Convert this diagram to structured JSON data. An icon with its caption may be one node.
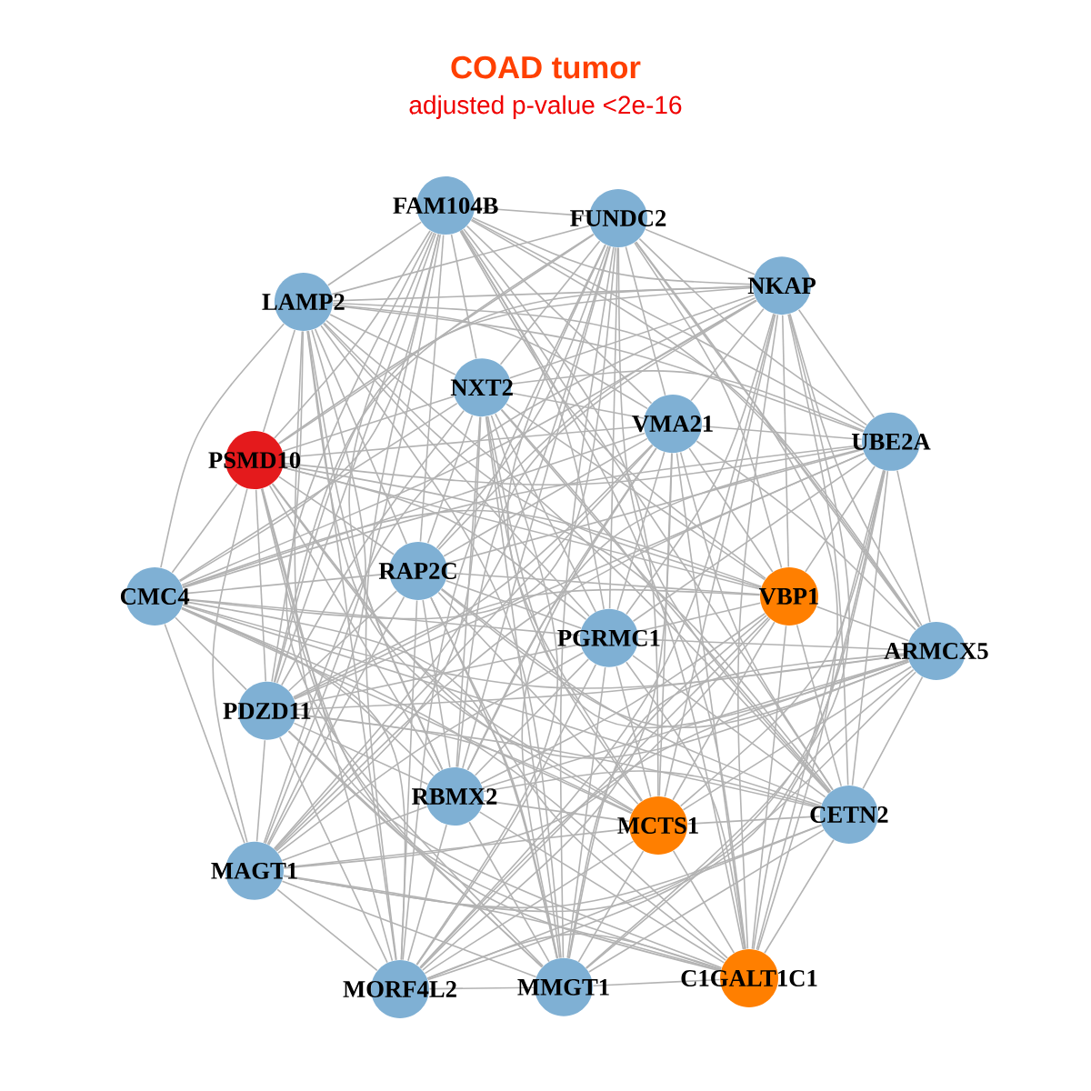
{
  "diagram": {
    "title": "COAD tumor",
    "nodes": [
      {
        "text": [
          "FAM104B"
        ]
      },
      {
        "text": [
          "FUNDC2"
        ]
      },
      {
        "text": [
          "LAMP2"
        ]
      },
      {
        "text": [
          "NKAP"
        ]
      },
      {
        "text": [
          "NXT2"
        ]
      },
      {
        "text": [
          "VMA21"
        ]
      },
      {
        "text": [
          "PSMD10"
        ]
      },
      {
        "text": [
          "UBE2A"
        ]
      },
      {
        "text": [
          "RAP2C"
        ]
      },
      {
        "text": [
          "CMC4"
        ]
      },
      {
        "text": [
          "VBP1"
        ]
      },
      {
        "text": [
          "PGRMC1"
        ]
      },
      {
        "text": [
          "ARMCX5"
        ]
      },
      {
        "text": [
          "PDZD11"
        ]
      },
      {
        "text": [
          "RBMX2"
        ]
      },
      {
        "text": [
          "MCTS1"
        ]
      },
      {
        "text": [
          "CETN2"
        ]
      },
      {
        "text": [
          "MAGT1"
        ]
      },
      {
        "text": [
          "MORF4L2"
        ]
      },
      {
        "text": [
          "MMGT1"
        ]
      },
      {
        "text": [
          "C1GALT1C1"
        ]
      }
    ],
    "edges": [
      {
        "from": 0,
        "to": 1,
        "arrow": "none"
      },
      {
        "from": 0,
        "to": 2,
        "arrow": "none"
      },
      {
        "from": 0,
        "to": 3,
        "arrow": "none"
      },
      {
        "from": 0,
        "to": 4,
        "arrow": "none"
      },
      {
        "from": 0,
        "to": 5,
        "arrow": "none"
      },
      {
        "from": 0,
        "to": 6,
        "arrow": "none"
      },
      {
        "from": 0,
        "to": 7,
        "arrow": "none"
      },
      {
        "from": 0,
        "to": 8,
        "arrow": "none"
      },
      {
        "from": 0,
        "to": 9,
        "arrow": "none"
      },
      {
        "from": 0,
        "to": 10,
        "arrow": "none"
      },
      {
        "from": 0,
        "to": 11,
        "arrow": "none"
      },
      {
        "from": 0,
        "to": 12,
        "arrow": "none"
      },
      {
        "from": 0,
        "to": 13,
        "arrow": "none"
      },
      {
        "from": 0,
        "to": 14,
        "arrow": "none"
      },
      {
        "from": 0,
        "to": 15,
        "arrow": "none"
      },
      {
        "from": 0,
        "to": 16,
        "arrow": "none"
      },
      {
        "from": 0,
        "to": 17,
        "arrow": "none"
      },
      {
        "from": 0,
        "to": 18,
        "arrow": "none"
      },
      {
        "from": 0,
        "to": 19,
        "arrow": "none"
      },
      {
        "from": 0,
        "to": 20,
        "arrow": "none"
      },
      {
        "from": 1,
        "to": 2,
        "arrow": "none"
      },
      {
        "from": 1,
        "to": 3,
        "arrow": "none"
      },
      {
        "from": 1,
        "to": 4,
        "arrow": "none"
      },
      {
        "from": 1,
        "to": 5,
        "arrow": "none"
      },
      {
        "from": 1,
        "to": 6,
        "arrow": "none"
      },
      {
        "from": 1,
        "to": 7,
        "arrow": "none"
      },
      {
        "from": 1,
        "to": 8,
        "arrow": "none"
      },
      {
        "from": 1,
        "to": 9,
        "arrow": "none"
      },
      {
        "from": 1,
        "to": 10,
        "arrow": "none"
      },
      {
        "from": 1,
        "to": 11,
        "arrow": "none"
      },
      {
        "from": 1,
        "to": 12,
        "arrow": "none"
      },
      {
        "from": 1,
        "to": 13,
        "arrow": "none"
      },
      {
        "from": 1,
        "to": 14,
        "arrow": "none"
      },
      {
        "from": 1,
        "to": 15,
        "arrow": "none"
      },
      {
        "from": 1,
        "to": 16,
        "arrow": "none"
      },
      {
        "from": 1,
        "to": 17,
        "arrow": "none"
      },
      {
        "from": 1,
        "to": 18,
        "arrow": "none"
      },
      {
        "from": 1,
        "to": 19,
        "arrow": "none"
      },
      {
        "from": 1,
        "to": 20,
        "arrow": "none"
      },
      {
        "from": 2,
        "to": 3,
        "arrow": "none"
      },
      {
        "from": 2,
        "to": 4,
        "arrow": "none"
      },
      {
        "from": 2,
        "to": 5,
        "arrow": "none"
      },
      {
        "from": 2,
        "to": 6,
        "arrow": "none"
      },
      {
        "from": 2,
        "to": 7,
        "arrow": "none"
      },
      {
        "from": 2,
        "to": 8,
        "arrow": "none"
      },
      {
        "from": 2,
        "to": 9,
        "arrow": "none"
      },
      {
        "from": 2,
        "to": 10,
        "arrow": "none"
      },
      {
        "from": 2,
        "to": 11,
        "arrow": "none"
      },
      {
        "from": 2,
        "to": 12,
        "arrow": "none"
      },
      {
        "from": 2,
        "to": 13,
        "arrow": "none"
      },
      {
        "from": 2,
        "to": 14,
        "arrow": "none"
      },
      {
        "from": 2,
        "to": 15,
        "arrow": "none"
      },
      {
        "from": 2,
        "to": 16,
        "arrow": "none"
      },
      {
        "from": 2,
        "to": 17,
        "arrow": "none"
      },
      {
        "from": 2,
        "to": 18,
        "arrow": "none"
      },
      {
        "from": 2,
        "to": 19,
        "arrow": "none"
      },
      {
        "from": 2,
        "to": 20,
        "arrow": "none"
      },
      {
        "from": 3,
        "to": 4,
        "arrow": "none"
      },
      {
        "from": 3,
        "to": 5,
        "arrow": "none"
      },
      {
        "from": 3,
        "to": 6,
        "arrow": "none"
      },
      {
        "from": 3,
        "to": 7,
        "arrow": "none"
      },
      {
        "from": 3,
        "to": 8,
        "arrow": "none"
      },
      {
        "from": 3,
        "to": 9,
        "arrow": "none"
      },
      {
        "from": 3,
        "to": 10,
        "arrow": "none"
      },
      {
        "from": 3,
        "to": 11,
        "arrow": "none"
      },
      {
        "from": 3,
        "to": 12,
        "arrow": "none"
      },
      {
        "from": 3,
        "to": 13,
        "arrow": "none"
      },
      {
        "from": 3,
        "to": 14,
        "arrow": "none"
      },
      {
        "from": 3,
        "to": 15,
        "arrow": "none"
      },
      {
        "from": 3,
        "to": 16,
        "arrow": "none"
      },
      {
        "from": 3,
        "to": 17,
        "arrow": "none"
      },
      {
        "from": 3,
        "to": 18,
        "arrow": "none"
      },
      {
        "from": 3,
        "to": 19,
        "arrow": "none"
      },
      {
        "from": 3,
        "to": 20,
        "arrow": "none"
      },
      {
        "from": 4,
        "to": 5,
        "arrow": "none"
      },
      {
        "from": 4,
        "to": 6,
        "arrow": "none"
      },
      {
        "from": 4,
        "to": 7,
        "arrow": "none"
      },
      {
        "from": 4,
        "to": 8,
        "arrow": "none"
      },
      {
        "from": 4,
        "to": 9,
        "arrow": "none"
      },
      {
        "from": 4,
        "to": 10,
        "arrow": "none"
      },
      {
        "from": 4,
        "to": 11,
        "arrow": "none"
      },
      {
        "from": 4,
        "to": 12,
        "arrow": "none"
      },
      {
        "from": 4,
        "to": 13,
        "arrow": "none"
      },
      {
        "from": 4,
        "to": 14,
        "arrow": "none"
      },
      {
        "from": 4,
        "to": 15,
        "arrow": "none"
      },
      {
        "from": 4,
        "to": 16,
        "arrow": "none"
      },
      {
        "from": 4,
        "to": 17,
        "arrow": "none"
      },
      {
        "from": 4,
        "to": 18,
        "arrow": "none"
      },
      {
        "from": 4,
        "to": 19,
        "arrow": "none"
      },
      {
        "from": 4,
        "to": 20,
        "arrow": "none"
      },
      {
        "from": 5,
        "to": 6,
        "arrow": "none"
      },
      {
        "from": 5,
        "to": 7,
        "arrow": "none"
      },
      {
        "from": 5,
        "to": 8,
        "arrow": "none"
      },
      {
        "from": 5,
        "to": 9,
        "arrow": "none"
      },
      {
        "from": 5,
        "to": 10,
        "arrow": "none"
      },
      {
        "from": 5,
        "to": 11,
        "arrow": "none"
      },
      {
        "from": 5,
        "to": 12,
        "arrow": "none"
      },
      {
        "from": 5,
        "to": 13,
        "arrow": "none"
      },
      {
        "from": 5,
        "to": 14,
        "arrow": "none"
      },
      {
        "from": 5,
        "to": 15,
        "arrow": "none"
      },
      {
        "from": 5,
        "to": 16,
        "arrow": "none"
      },
      {
        "from": 5,
        "to": 17,
        "arrow": "none"
      },
      {
        "from": 5,
        "to": 18,
        "arrow": "none"
      },
      {
        "from": 5,
        "to": 19,
        "arrow": "none"
      },
      {
        "from": 5,
        "to": 20,
        "arrow": "none"
      },
      {
        "from": 6,
        "to": 7,
        "arrow": "none"
      },
      {
        "from": 6,
        "to": 8,
        "arrow": "none"
      },
      {
        "from": 6,
        "to": 9,
        "arrow": "none"
      },
      {
        "from": 6,
        "to": 10,
        "arrow": "none"
      },
      {
        "from": 6,
        "to": 11,
        "arrow": "none"
      },
      {
        "from": 6,
        "to": 12,
        "arrow": "none"
      },
      {
        "from": 6,
        "to": 13,
        "arrow": "none"
      },
      {
        "from": 6,
        "to": 14,
        "arrow": "none"
      },
      {
        "from": 6,
        "to": 15,
        "arrow": "none"
      },
      {
        "from": 6,
        "to": 16,
        "arrow": "none"
      },
      {
        "from": 6,
        "to": 17,
        "arrow": "none"
      },
      {
        "from": 6,
        "to": 18,
        "arrow": "none"
      },
      {
        "from": 6,
        "to": 19,
        "arrow": "none"
      },
      {
        "from": 6,
        "to": 20,
        "arrow": "none"
      },
      {
        "from": 7,
        "to": 8,
        "arrow": "none"
      },
      {
        "from": 7,
        "to": 9,
        "arrow": "none"
      },
      {
        "from": 7,
        "to": 10,
        "arrow": "none"
      },
      {
        "from": 7,
        "to": 11,
        "arrow": "none"
      },
      {
        "from": 7,
        "to": 12,
        "arrow": "none"
      },
      {
        "from": 7,
        "to": 13,
        "arrow": "none"
      },
      {
        "from": 7,
        "to": 14,
        "arrow": "none"
      },
      {
        "from": 7,
        "to": 15,
        "arrow": "none"
      },
      {
        "from": 7,
        "to": 16,
        "arrow": "none"
      },
      {
        "from": 7,
        "to": 17,
        "arrow": "none"
      },
      {
        "from": 7,
        "to": 18,
        "arrow": "none"
      },
      {
        "from": 7,
        "to": 19,
        "arrow": "none"
      },
      {
        "from": 7,
        "to": 20,
        "arrow": "none"
      },
      {
        "from": 8,
        "to": 9,
        "arrow": "none"
      },
      {
        "from": 8,
        "to": 10,
        "arrow": "none"
      },
      {
        "from": 8,
        "to": 11,
        "arrow": "none"
      },
      {
        "from": 8,
        "to": 12,
        "arrow": "none"
      },
      {
        "from": 8,
        "to": 13,
        "arrow": "none"
      },
      {
        "from": 8,
        "to": 14,
        "arrow": "none"
      },
      {
        "from": 8,
        "to": 15,
        "arrow": "none"
      },
      {
        "from": 8,
        "to": 16,
        "arrow": "none"
      },
      {
        "from": 8,
        "to": 17,
        "arrow": "none"
      },
      {
        "from": 8,
        "to": 18,
        "arrow": "none"
      },
      {
        "from": 8,
        "to": 19,
        "arrow": "none"
      },
      {
        "from": 8,
        "to": 20,
        "arrow": "none"
      },
      {
        "from": 9,
        "to": 10,
        "arrow": "none"
      },
      {
        "from": 9,
        "to": 11,
        "arrow": "none"
      },
      {
        "from": 9,
        "to": 12,
        "arrow": "none"
      },
      {
        "from": 9,
        "to": 13,
        "arrow": "none"
      },
      {
        "from": 9,
        "to": 14,
        "arrow": "none"
      },
      {
        "from": 9,
        "to": 15,
        "arrow": "none"
      },
      {
        "from": 9,
        "to": 16,
        "arrow": "none"
      },
      {
        "from": 9,
        "to": 17,
        "arrow": "none"
      },
      {
        "from": 9,
        "to": 18,
        "arrow": "none"
      },
      {
        "from": 9,
        "to": 19,
        "arrow": "none"
      },
      {
        "from": 9,
        "to": 20,
        "arrow": "none"
      },
      {
        "from": 10,
        "to": 11,
        "arrow": "none"
      },
      {
        "from": 10,
        "to": 12,
        "arrow": "none"
      },
      {
        "from": 10,
        "to": 13,
        "arrow": "none"
      },
      {
        "from": 10,
        "to": 14,
        "arrow": "none"
      },
      {
        "from": 10,
        "to": 15,
        "arrow": "none"
      },
      {
        "from": 10,
        "to": 16,
        "arrow": "none"
      },
      {
        "from": 10,
        "to": 17,
        "arrow": "none"
      },
      {
        "from": 10,
        "to": 18,
        "arrow": "none"
      },
      {
        "from": 10,
        "to": 19,
        "arrow": "none"
      },
      {
        "from": 10,
        "to": 20,
        "arrow": "none"
      },
      {
        "from": 11,
        "to": 12,
        "arrow": "none"
      },
      {
        "from": 11,
        "to": 13,
        "arrow": "none"
      },
      {
        "from": 11,
        "to": 14,
        "arrow": "none"
      },
      {
        "from": 11,
        "to": 15,
        "arrow": "none"
      },
      {
        "from": 11,
        "to": 16,
        "arrow": "none"
      },
      {
        "from": 11,
        "to": 17,
        "arrow": "none"
      },
      {
        "from": 11,
        "to": 18,
        "arrow": "none"
      },
      {
        "from": 11,
        "to": 19,
        "arrow": "none"
      },
      {
        "from": 11,
        "to": 20,
        "arrow": "none"
      },
      {
        "from": 12,
        "to": 13,
        "arrow": "none"
      },
      {
        "from": 12,
        "to": 14,
        "arrow": "none"
      },
      {
        "from": 12,
        "to": 15,
        "arrow": "none"
      },
      {
        "from": 12,
        "to": 16,
        "arrow": "none"
      },
      {
        "from": 12,
        "to": 17,
        "arrow": "none"
      },
      {
        "from": 12,
        "to": 18,
        "arrow": "none"
      },
      {
        "from": 12,
        "to": 19,
        "arrow": "none"
      },
      {
        "from": 12,
        "to": 20,
        "arrow": "none"
      },
      {
        "from": 13,
        "to": 14,
        "arrow": "none"
      },
      {
        "from": 13,
        "to": 15,
        "arrow": "none"
      },
      {
        "from": 13,
        "to": 16,
        "arrow": "none"
      },
      {
        "from": 13,
        "to": 17,
        "arrow": "none"
      },
      {
        "from": 13,
        "to": 18,
        "arrow": "none"
      },
      {
        "from": 13,
        "to": 19,
        "arrow": "none"
      },
      {
        "from": 13,
        "to": 20,
        "arrow": "none"
      },
      {
        "from": 14,
        "to": 15,
        "arrow": "none"
      },
      {
        "from": 14,
        "to": 16,
        "arrow": "none"
      },
      {
        "from": 14,
        "to": 17,
        "arrow": "none"
      },
      {
        "from": 14,
        "to": 18,
        "arrow": "none"
      },
      {
        "from": 14,
        "to": 19,
        "arrow": "none"
      },
      {
        "from": 14,
        "to": 20,
        "arrow": "none"
      },
      {
        "from": 15,
        "to": 16,
        "arrow": "none"
      },
      {
        "from": 15,
        "to": 17,
        "arrow": "none"
      },
      {
        "from": 15,
        "to": 18,
        "arrow": "none"
      },
      {
        "from": 15,
        "to": 19,
        "arrow": "none"
      },
      {
        "from": 15,
        "to": 20,
        "arrow": "none"
      },
      {
        "from": 16,
        "to": 17,
        "arrow": "none"
      },
      {
        "from": 16,
        "to": 18,
        "arrow": "none"
      },
      {
        "from": 16,
        "to": 19,
        "arrow": "none"
      },
      {
        "from": 16,
        "to": 20,
        "arrow": "none"
      },
      {
        "from": 17,
        "to": 18,
        "arrow": "none"
      },
      {
        "from": 17,
        "to": 19,
        "arrow": "none"
      },
      {
        "from": 17,
        "to": 20,
        "arrow": "none"
      },
      {
        "from": 18,
        "to": 19,
        "arrow": "none"
      },
      {
        "from": 18,
        "to": 20,
        "arrow": "none"
      },
      {
        "from": 19,
        "to": 20,
        "arrow": "none"
      }
    ],
    "labels": [
      "adjusted p-value <2e-16"
    ]
  }
}
